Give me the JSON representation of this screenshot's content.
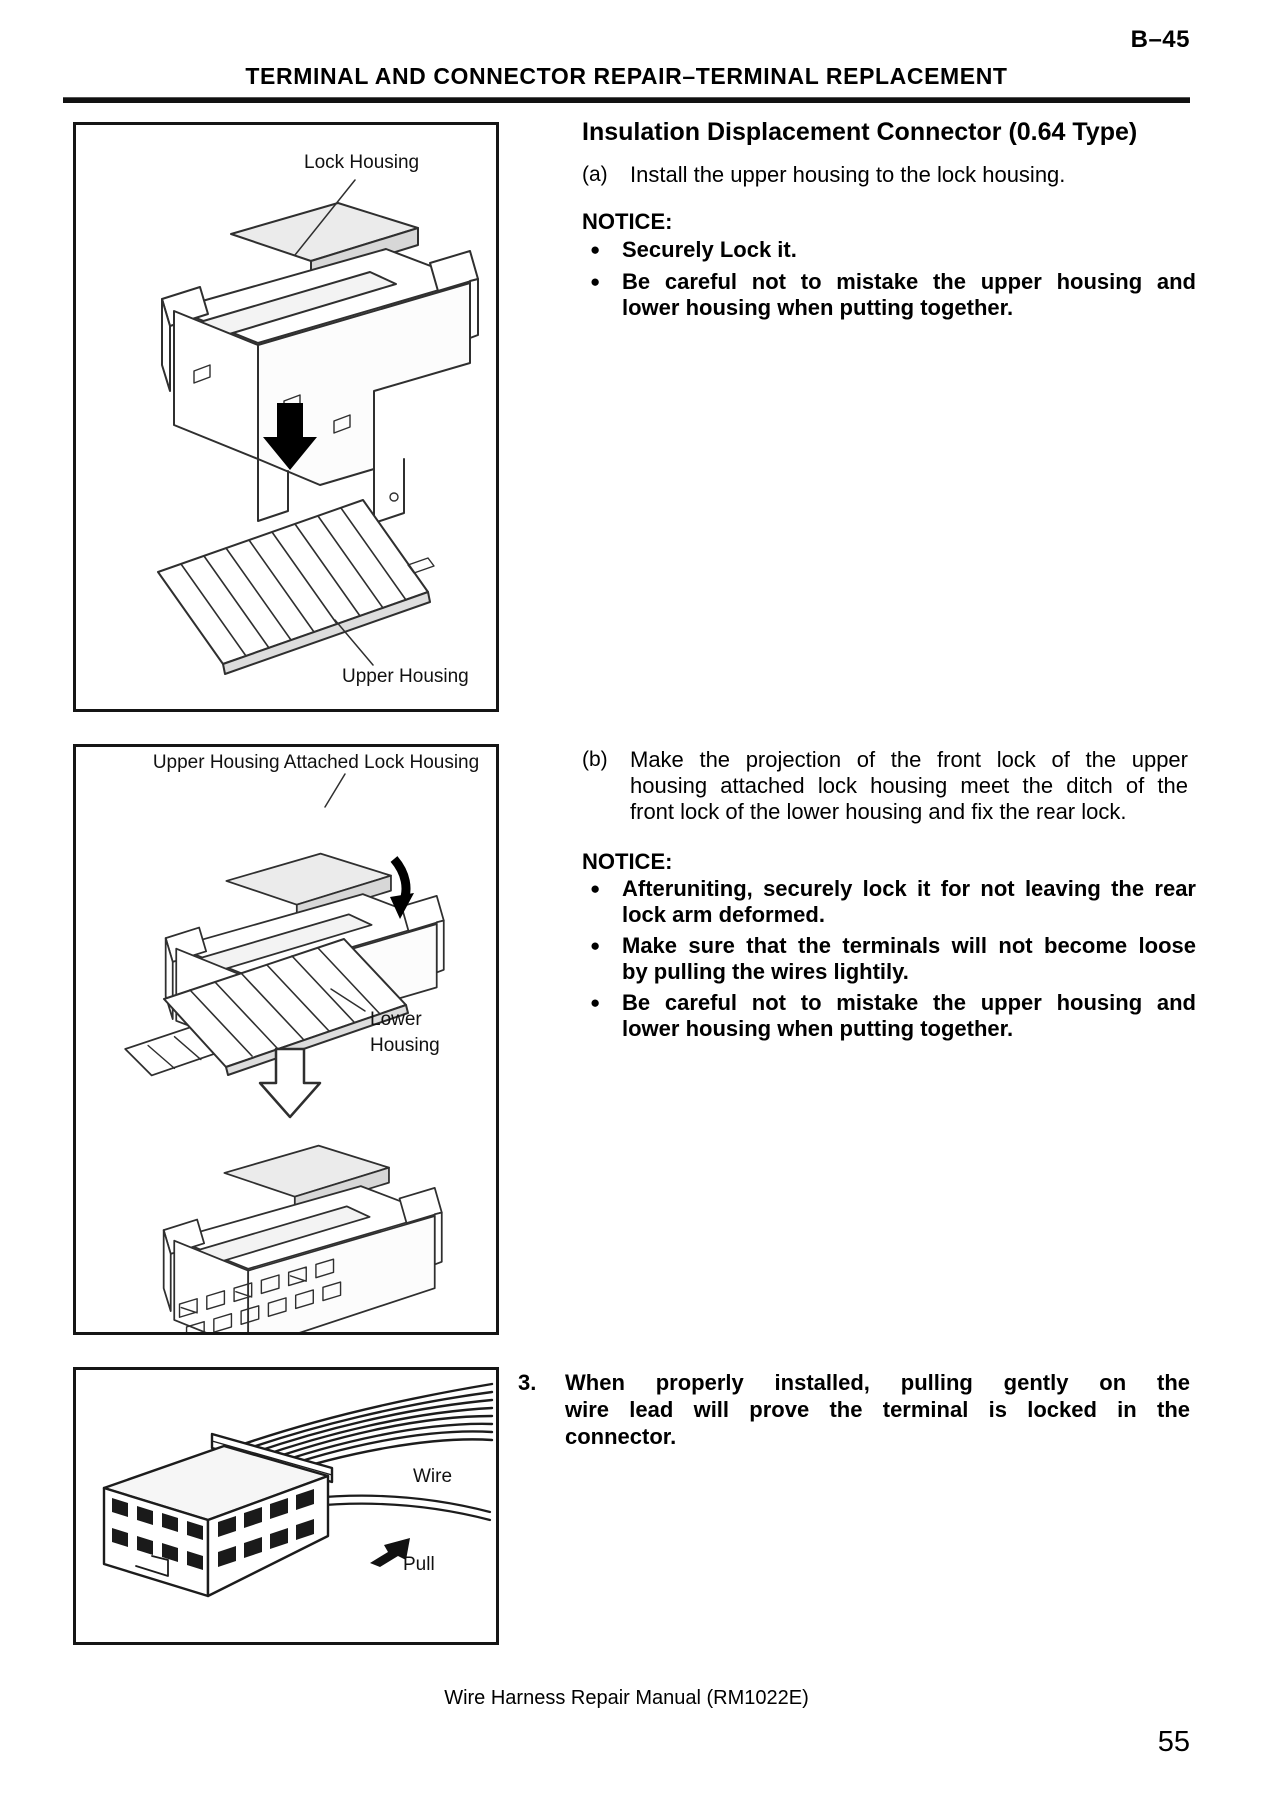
{
  "page": {
    "code": "B–45",
    "title": "TERMINAL AND CONNECTOR REPAIR–TERMINAL REPLACEMENT",
    "footer": "Wire Harness Repair Manual (RM1022E)",
    "page_number": "55"
  },
  "glyphs": {
    "bullet": "●"
  },
  "colors": {
    "ink": "#000000",
    "line_art": "#2f2f2f"
  },
  "figures": {
    "fig1": {
      "labels": {
        "lock_housing": "Lock Housing",
        "upper_housing": "Upper Housing"
      }
    },
    "fig2": {
      "labels": {
        "attached": "Upper Housing Attached Lock Housing",
        "lower_line1": "Lower",
        "lower_line2": "Housing"
      }
    },
    "fig3": {
      "labels": {
        "wire": "Wire",
        "pull": "Pull"
      }
    }
  },
  "content": {
    "heading": "Insulation Displacement Connector (0.64 Type)",
    "step_a": {
      "label": "(a)",
      "text": "Install the upper housing to the lock housing."
    },
    "notice1": {
      "label": "NOTICE:",
      "bullet1": {
        "line1": "Securely Lock it."
      },
      "bullet2": {
        "line1": "Be careful not to mistake the upper housing and",
        "line2": "lower housing when putting together."
      }
    },
    "step_b": {
      "label": "(b)",
      "line1": "Make the projection of the front lock of the upper",
      "line2": "housing attached lock housing meet the ditch of the",
      "line3": "front lock of the lower housing and fix the rear lock."
    },
    "notice2": {
      "label": "NOTICE:",
      "bullet1": {
        "line1": "Afteruniting, securely lock it for not leaving the rear",
        "line2": "lock arm deformed."
      },
      "bullet2": {
        "line1": "Make sure that the terminals will not become loose",
        "line2": "by pulling the wires lightily."
      },
      "bullet3": {
        "line1": "Be careful not to mistake the upper housing and",
        "line2": "lower housing when putting together."
      }
    },
    "item3": {
      "number": "3.",
      "line1": "When properly installed, pulling gently on the",
      "line2": "wire lead will prove the terminal is locked in the",
      "line3": "connector."
    }
  }
}
